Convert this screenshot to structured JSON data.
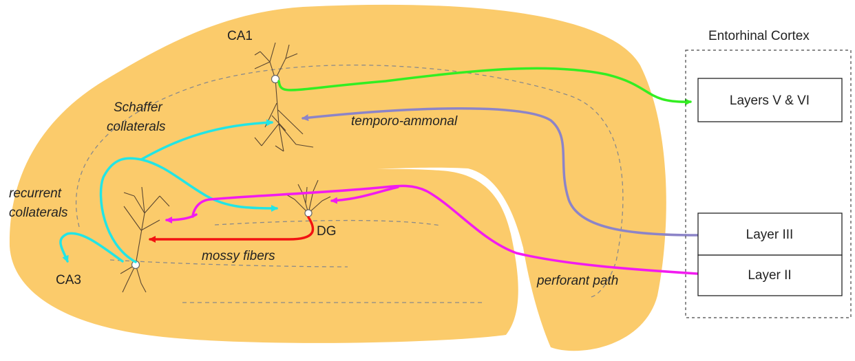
{
  "regions": {
    "ca1": "CA1",
    "ca3": "CA3",
    "dg": "DG"
  },
  "pathways": {
    "schaffer_line1": "Schaffer",
    "schaffer_line2": "collaterals",
    "recurrent_line1": "recurrent",
    "recurrent_line2": "collaterals",
    "temporo_ammonal": "temporo-ammonal",
    "mossy_fibers": "mossy fibers",
    "perforant_path": "perforant path"
  },
  "entorhinal": {
    "title": "Entorhinal Cortex",
    "layers_v_vi": "Layers V & VI",
    "layer_iii": "Layer III",
    "layer_ii": "Layer II"
  },
  "colors": {
    "hippocampus_fill": "#FBCB6B",
    "green_path": "#33EE22",
    "lavender_path": "#8C84C8",
    "cyan_path": "#22E5E5",
    "magenta_path": "#F21BF0",
    "red_path": "#F21212"
  }
}
